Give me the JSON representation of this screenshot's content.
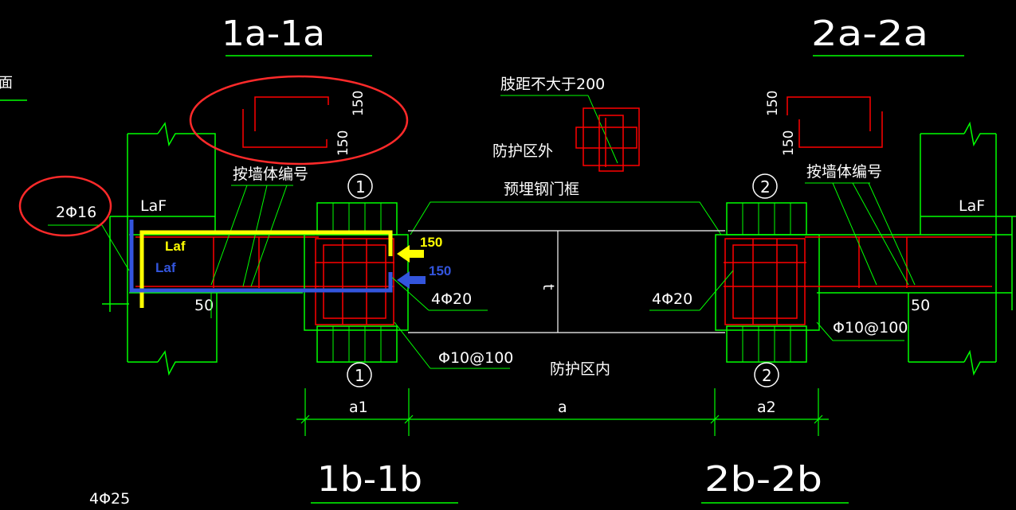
{
  "colors": {
    "background": "#000000",
    "green": "#00ff00",
    "red": "#ff0000",
    "white": "#ffffff",
    "yellow": "#ffff00",
    "blue": "#3355dd",
    "annotation_red": "#ff2a2a"
  },
  "titles": {
    "section_1a": "1a-1a",
    "section_2a": "2a-2a",
    "section_1b": "1b-1b",
    "section_2b": "2b-2b",
    "partial_left": "面"
  },
  "labels": {
    "leg_spacing": "肢距不大于200",
    "outside_zone": "防护区外",
    "inside_zone": "防护区内",
    "wall_number_left": "按墙体编号",
    "wall_number_right": "按墙体编号",
    "door_frame": "预埋钢门框",
    "laf_left": "LaF",
    "laf_right": "LaF",
    "rebar_2phi16": "2Φ16",
    "rebar_4phi20_left": "4Φ20",
    "rebar_4phi20_right": "4Φ20",
    "stirrup_left": "Φ10@100",
    "stirrup_right": "Φ10@100",
    "rebar_4phi25": "4Φ25",
    "dim_50_left": "50",
    "dim_50_right": "50",
    "dim_150_a1": "150",
    "dim_150_a2": "150",
    "dim_150_b1": "150",
    "dim_150_b2": "150",
    "thickness": "t",
    "marker_1": "1",
    "marker_2": "2",
    "dim_a1": "a1",
    "dim_a": "a",
    "dim_a2": "a2"
  },
  "overlay": {
    "laf_yellow": "Laf",
    "laf_blue": "Laf",
    "arrow_yellow_value": "150",
    "arrow_blue_value": "150"
  }
}
